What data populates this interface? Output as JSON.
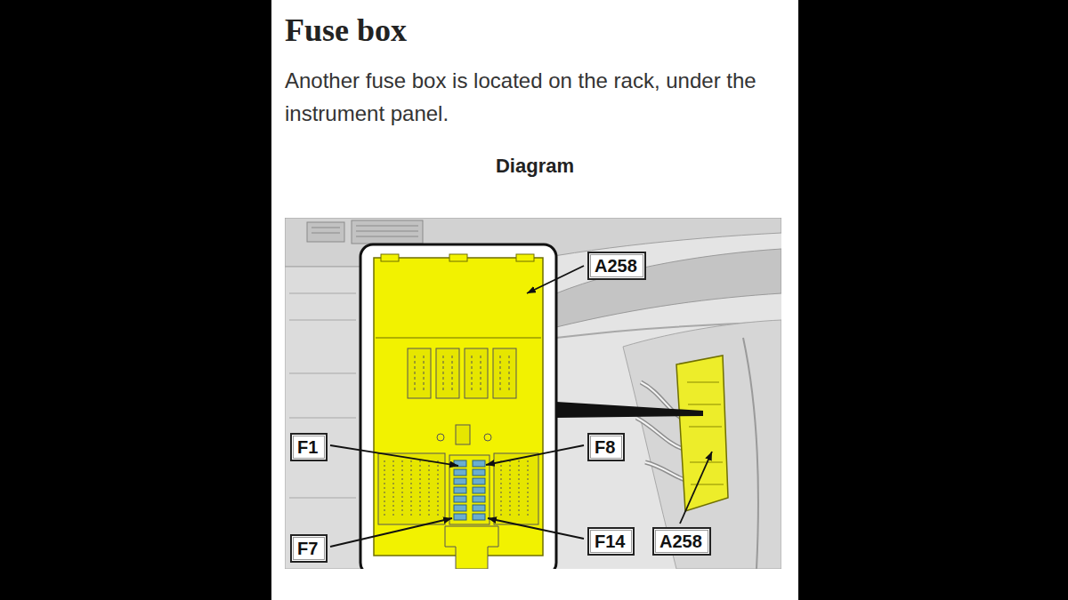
{
  "diagram": {
    "title": "Fuse box",
    "nodes": [
      {
        "text": [
          "A258"
        ]
      },
      {
        "text": [
          "F1"
        ]
      },
      {
        "text": [
          "F8"
        ]
      },
      {
        "text": [
          "F7"
        ]
      },
      {
        "text": [
          "F14"
        ]
      },
      {
        "text": [
          "A258"
        ]
      }
    ],
    "labels": [
      "Another fuse box is located on the rack, under the instrument panel.",
      "Diagram"
    ]
  }
}
